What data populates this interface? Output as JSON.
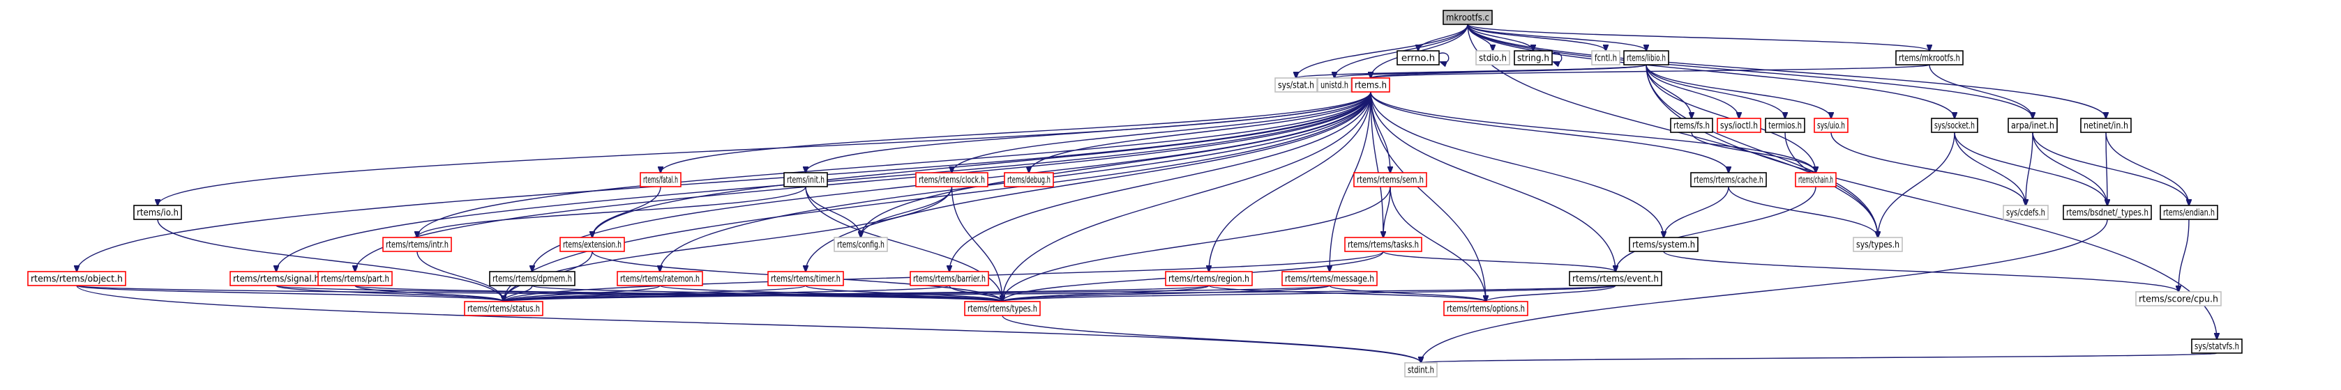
{
  "title": "mkrootfs.c include dependency graph",
  "colors": {
    "edge": "#191970",
    "root_fill": "#bfbfbf",
    "border_documented": "#000000",
    "border_truncated": "#ff0000",
    "border_external": "#bfbfbf"
  },
  "nodes": [
    {
      "id": "mkrootfs_c",
      "label": "mkrootfs.c",
      "kind": "root"
    },
    {
      "id": "errno_h",
      "label": "errno.h",
      "kind": "documented"
    },
    {
      "id": "stdio_h",
      "label": "stdio.h",
      "kind": "external"
    },
    {
      "id": "string_h",
      "label": "string.h",
      "kind": "documented"
    },
    {
      "id": "fcntl_h",
      "label": "fcntl.h",
      "kind": "external"
    },
    {
      "id": "libio_h",
      "label": "rtems/libio.h",
      "kind": "documented"
    },
    {
      "id": "mkrootfs_h",
      "label": "rtems/mkrootfs.h",
      "kind": "documented"
    },
    {
      "id": "sys_stat_h",
      "label": "sys/stat.h",
      "kind": "external"
    },
    {
      "id": "unistd_h",
      "label": "unistd.h",
      "kind": "external"
    },
    {
      "id": "rtems_h",
      "label": "rtems.h",
      "kind": "truncated"
    },
    {
      "id": "fs_h",
      "label": "rtems/fs.h",
      "kind": "documented"
    },
    {
      "id": "ioctl_h",
      "label": "sys/ioctl.h",
      "kind": "truncated"
    },
    {
      "id": "termios_h",
      "label": "termios.h",
      "kind": "documented"
    },
    {
      "id": "uio_h",
      "label": "sys/uio.h",
      "kind": "truncated"
    },
    {
      "id": "socket_h",
      "label": "sys/socket.h",
      "kind": "documented"
    },
    {
      "id": "arpa_inet_h",
      "label": "arpa/inet.h",
      "kind": "documented"
    },
    {
      "id": "netinet_in_h",
      "label": "netinet/in.h",
      "kind": "documented"
    },
    {
      "id": "io_h",
      "label": "rtems/io.h",
      "kind": "documented"
    },
    {
      "id": "intr_h",
      "label": "rtems/rtems/intr.h",
      "kind": "truncated"
    },
    {
      "id": "fatal_h",
      "label": "rtems/fatal.h",
      "kind": "truncated"
    },
    {
      "id": "extension_h",
      "label": "rtems/extension.h",
      "kind": "truncated"
    },
    {
      "id": "init_h",
      "label": "rtems/init.h",
      "kind": "documented"
    },
    {
      "id": "config_h",
      "label": "rtems/config.h",
      "kind": "external"
    },
    {
      "id": "clock_h",
      "label": "rtems/rtems/clock.h",
      "kind": "truncated"
    },
    {
      "id": "debug_h",
      "label": "rtems/debug.h",
      "kind": "truncated"
    },
    {
      "id": "sem_h",
      "label": "rtems/rtems/sem.h",
      "kind": "truncated"
    },
    {
      "id": "tasks_h",
      "label": "rtems/rtems/tasks.h",
      "kind": "truncated"
    },
    {
      "id": "cache_h",
      "label": "rtems/rtems/cache.h",
      "kind": "documented"
    },
    {
      "id": "chain_h",
      "label": "rtems/chain.h",
      "kind": "truncated"
    },
    {
      "id": "system_h",
      "label": "rtems/system.h",
      "kind": "documented"
    },
    {
      "id": "sys_types_h",
      "label": "sys/types.h",
      "kind": "external"
    },
    {
      "id": "sys_cdefs_h",
      "label": "sys/cdefs.h",
      "kind": "external"
    },
    {
      "id": "bsdnet_types_h",
      "label": "rtems/bsdnet/_types.h",
      "kind": "documented"
    },
    {
      "id": "endian_h",
      "label": "rtems/endian.h",
      "kind": "documented"
    },
    {
      "id": "score_cpu_h",
      "label": "rtems/score/cpu.h",
      "kind": "external"
    },
    {
      "id": "object_h",
      "label": "rtems/rtems/object.h",
      "kind": "truncated"
    },
    {
      "id": "signal_h",
      "label": "rtems/rtems/signal.h",
      "kind": "truncated"
    },
    {
      "id": "part_h",
      "label": "rtems/rtems/part.h",
      "kind": "truncated"
    },
    {
      "id": "dpmem_h",
      "label": "rtems/rtems/dpmem.h",
      "kind": "documented"
    },
    {
      "id": "ratemon_h",
      "label": "rtems/rtems/ratemon.h",
      "kind": "truncated"
    },
    {
      "id": "timer_h",
      "label": "rtems/rtems/timer.h",
      "kind": "truncated"
    },
    {
      "id": "barrier_h",
      "label": "rtems/rtems/barrier.h",
      "kind": "truncated"
    },
    {
      "id": "region_h",
      "label": "rtems/rtems/region.h",
      "kind": "truncated"
    },
    {
      "id": "message_h",
      "label": "rtems/rtems/message.h",
      "kind": "truncated"
    },
    {
      "id": "event_h",
      "label": "rtems/rtems/event.h",
      "kind": "documented"
    },
    {
      "id": "status_h",
      "label": "rtems/rtems/status.h",
      "kind": "truncated"
    },
    {
      "id": "types_h",
      "label": "rtems/rtems/types.h",
      "kind": "truncated"
    },
    {
      "id": "options_h",
      "label": "rtems/rtems/options.h",
      "kind": "truncated"
    },
    {
      "id": "statvfs_h",
      "label": "sys/statvfs.h",
      "kind": "documented"
    },
    {
      "id": "stdint_h",
      "label": "stdint.h",
      "kind": "external"
    }
  ],
  "edges": [
    [
      "mkrootfs_c",
      "errno_h"
    ],
    [
      "mkrootfs_c",
      "stdio_h"
    ],
    [
      "mkrootfs_c",
      "string_h"
    ],
    [
      "mkrootfs_c",
      "fcntl_h"
    ],
    [
      "mkrootfs_c",
      "libio_h"
    ],
    [
      "mkrootfs_c",
      "mkrootfs_h"
    ],
    [
      "mkrootfs_c",
      "sys_stat_h"
    ],
    [
      "mkrootfs_c",
      "unistd_h"
    ],
    [
      "mkrootfs_c",
      "rtems_h"
    ],
    [
      "mkrootfs_c",
      "socket_h"
    ],
    [
      "mkrootfs_c",
      "arpa_inet_h"
    ],
    [
      "mkrootfs_c",
      "netinet_in_h"
    ],
    [
      "mkrootfs_c",
      "sys_types_h"
    ],
    [
      "errno_h",
      "errno_h"
    ],
    [
      "string_h",
      "string_h"
    ],
    [
      "libio_h",
      "sys_stat_h"
    ],
    [
      "libio_h",
      "unistd_h"
    ],
    [
      "libio_h",
      "rtems_h"
    ],
    [
      "libio_h",
      "fs_h"
    ],
    [
      "libio_h",
      "ioctl_h"
    ],
    [
      "libio_h",
      "termios_h"
    ],
    [
      "libio_h",
      "uio_h"
    ],
    [
      "libio_h",
      "sys_types_h"
    ],
    [
      "libio_h",
      "chain_h"
    ],
    [
      "libio_h",
      "statvfs_h"
    ],
    [
      "mkrootfs_h",
      "rtems_h"
    ],
    [
      "mkrootfs_h",
      "arpa_inet_h"
    ],
    [
      "fs_h",
      "chain_h"
    ],
    [
      "termios_h",
      "sys_types_h"
    ],
    [
      "uio_h",
      "sys_cdefs_h"
    ],
    [
      "socket_h",
      "sys_cdefs_h"
    ],
    [
      "socket_h",
      "bsdnet_types_h"
    ],
    [
      "socket_h",
      "sys_types_h"
    ],
    [
      "arpa_inet_h",
      "sys_cdefs_h"
    ],
    [
      "arpa_inet_h",
      "bsdnet_types_h"
    ],
    [
      "arpa_inet_h",
      "endian_h"
    ],
    [
      "netinet_in_h",
      "bsdnet_types_h"
    ],
    [
      "netinet_in_h",
      "endian_h"
    ],
    [
      "bsdnet_types_h",
      "stdint_h"
    ],
    [
      "endian_h",
      "score_cpu_h"
    ],
    [
      "rtems_h",
      "io_h"
    ],
    [
      "rtems_h",
      "object_h"
    ],
    [
      "rtems_h",
      "intr_h"
    ],
    [
      "rtems_h",
      "fatal_h"
    ],
    [
      "rtems_h",
      "extension_h"
    ],
    [
      "rtems_h",
      "init_h"
    ],
    [
      "rtems_h",
      "config_h"
    ],
    [
      "rtems_h",
      "clock_h"
    ],
    [
      "rtems_h",
      "debug_h"
    ],
    [
      "rtems_h",
      "sem_h"
    ],
    [
      "rtems_h",
      "tasks_h"
    ],
    [
      "rtems_h",
      "cache_h"
    ],
    [
      "rtems_h",
      "chain_h"
    ],
    [
      "rtems_h",
      "system_h"
    ],
    [
      "rtems_h",
      "signal_h"
    ],
    [
      "rtems_h",
      "part_h"
    ],
    [
      "rtems_h",
      "dpmem_h"
    ],
    [
      "rtems_h",
      "ratemon_h"
    ],
    [
      "rtems_h",
      "timer_h"
    ],
    [
      "rtems_h",
      "barrier_h"
    ],
    [
      "rtems_h",
      "region_h"
    ],
    [
      "rtems_h",
      "message_h"
    ],
    [
      "rtems_h",
      "event_h"
    ],
    [
      "rtems_h",
      "status_h"
    ],
    [
      "rtems_h",
      "types_h"
    ],
    [
      "rtems_h",
      "options_h"
    ],
    [
      "fatal_h",
      "extension_h"
    ],
    [
      "init_h",
      "config_h"
    ],
    [
      "init_h",
      "intr_h"
    ],
    [
      "init_h",
      "types_h"
    ],
    [
      "clock_h",
      "config_h"
    ],
    [
      "clock_h",
      "status_h"
    ],
    [
      "clock_h",
      "types_h"
    ],
    [
      "sem_h",
      "tasks_h"
    ],
    [
      "sem_h",
      "types_h"
    ],
    [
      "sem_h",
      "options_h"
    ],
    [
      "tasks_h",
      "event_h"
    ],
    [
      "tasks_h",
      "status_h"
    ],
    [
      "tasks_h",
      "types_h"
    ],
    [
      "cache_h",
      "system_h"
    ],
    [
      "cache_h",
      "sys_types_h"
    ],
    [
      "chain_h",
      "event_h"
    ],
    [
      "system_h",
      "score_cpu_h"
    ],
    [
      "io_h",
      "status_h"
    ],
    [
      "intr_h",
      "status_h"
    ],
    [
      "extension_h",
      "status_h"
    ],
    [
      "extension_h",
      "types_h"
    ],
    [
      "object_h",
      "status_h"
    ],
    [
      "object_h",
      "types_h"
    ],
    [
      "object_h",
      "stdint_h"
    ],
    [
      "signal_h",
      "status_h"
    ],
    [
      "signal_h",
      "types_h"
    ],
    [
      "part_h",
      "status_h"
    ],
    [
      "part_h",
      "types_h"
    ],
    [
      "dpmem_h",
      "status_h"
    ],
    [
      "dpmem_h",
      "types_h"
    ],
    [
      "ratemon_h",
      "status_h"
    ],
    [
      "ratemon_h",
      "types_h"
    ],
    [
      "timer_h",
      "status_h"
    ],
    [
      "timer_h",
      "types_h"
    ],
    [
      "barrier_h",
      "status_h"
    ],
    [
      "barrier_h",
      "types_h"
    ],
    [
      "region_h",
      "status_h"
    ],
    [
      "region_h",
      "types_h"
    ],
    [
      "region_h",
      "options_h"
    ],
    [
      "message_h",
      "status_h"
    ],
    [
      "message_h",
      "types_h"
    ],
    [
      "message_h",
      "options_h"
    ],
    [
      "event_h",
      "types_h"
    ],
    [
      "event_h",
      "options_h"
    ],
    [
      "event_h",
      "status_h"
    ],
    [
      "types_h",
      "stdint_h"
    ],
    [
      "statvfs_h",
      "stdint_h"
    ]
  ]
}
